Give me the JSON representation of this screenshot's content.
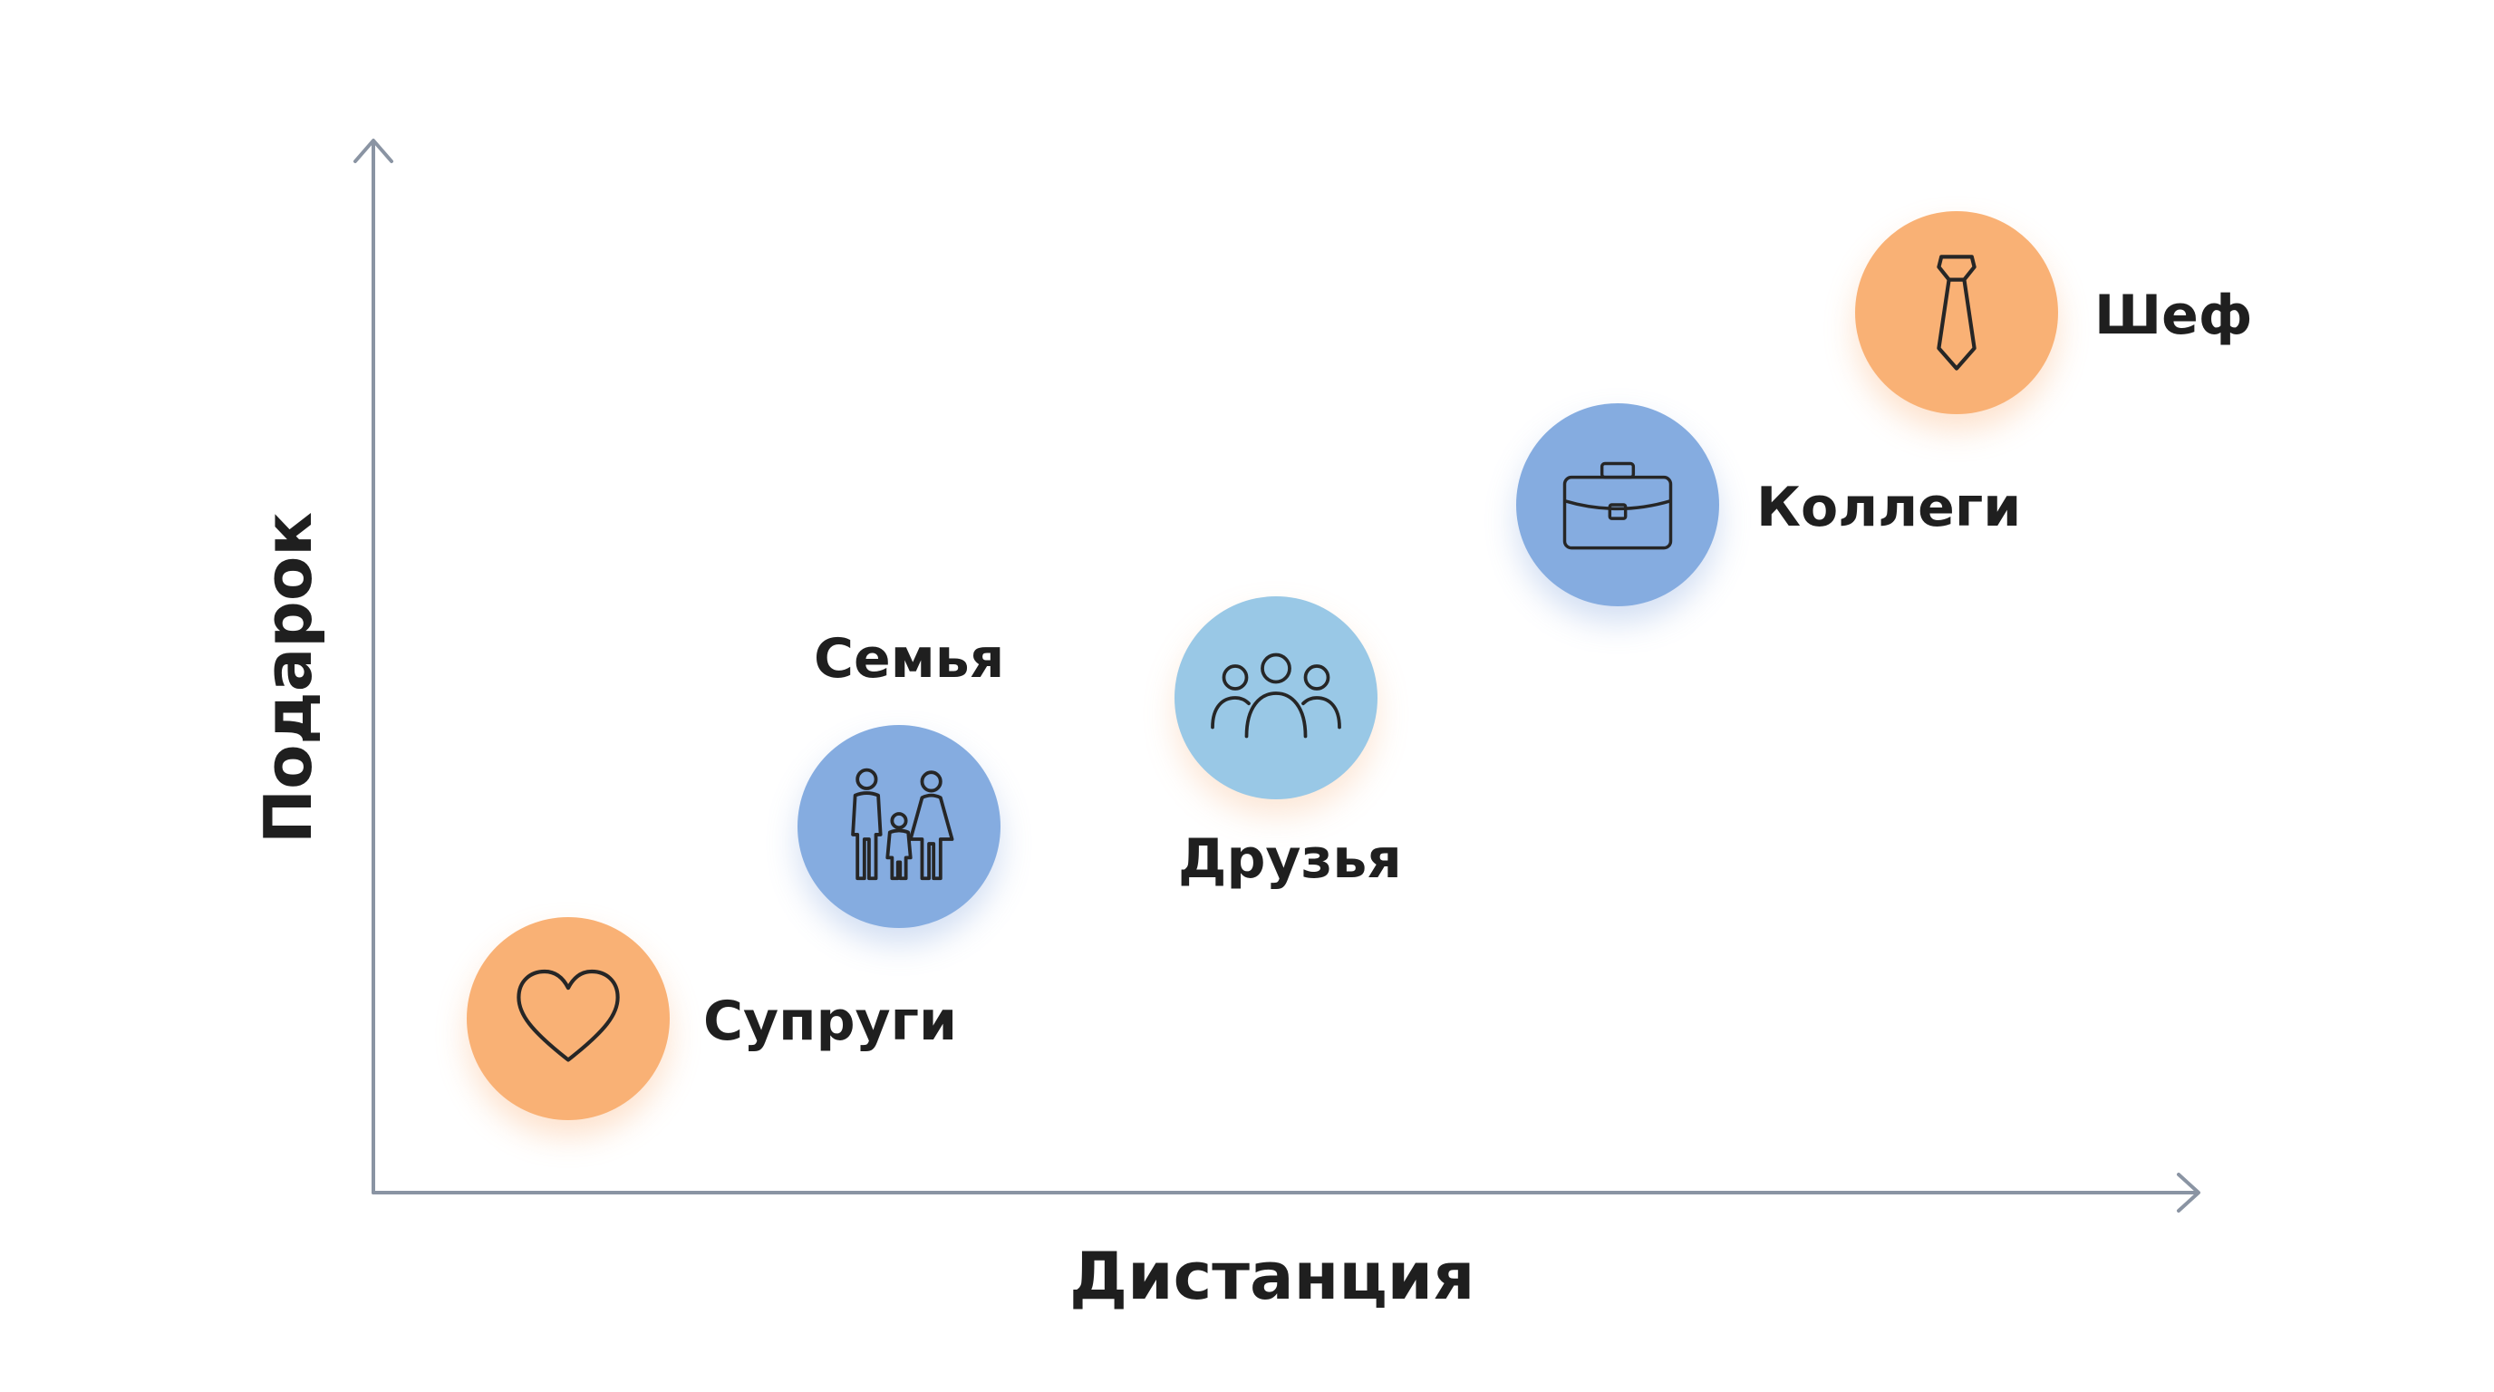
{
  "axes": {
    "x_label": "Дистанция",
    "y_label": "Подарок"
  },
  "nodes": [
    {
      "label": "Супруги",
      "icon": "heart-icon",
      "color": "#f9b175"
    },
    {
      "label": "Семья",
      "icon": "family-icon",
      "color": "#85ace0"
    },
    {
      "label": "Друзья",
      "icon": "friends-group-icon",
      "color": "#99c8e6"
    },
    {
      "label": "Коллеги",
      "icon": "briefcase-icon",
      "color": "#85ace0"
    },
    {
      "label": "Шеф",
      "icon": "necktie-icon",
      "color": "#f9b175"
    }
  ],
  "colors": {
    "axis": "#8a94a3",
    "text": "#1f1f1f",
    "icon_stroke": "#262626"
  }
}
